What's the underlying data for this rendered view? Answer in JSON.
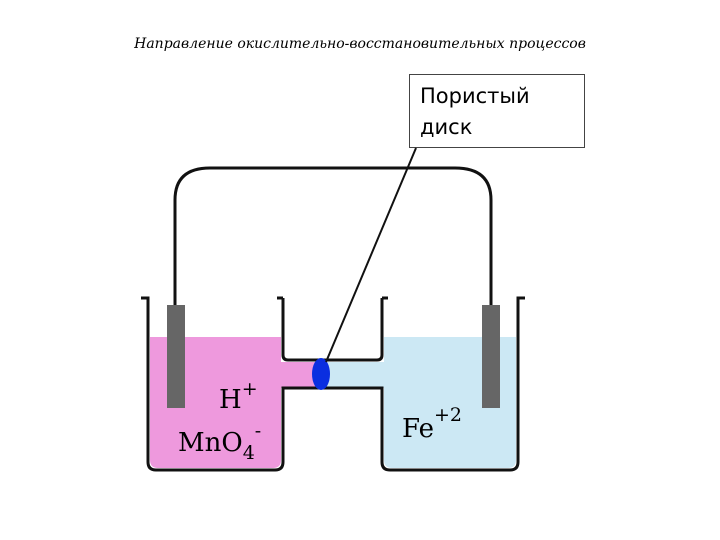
{
  "title": "Направление окислительно-восстановительных процессов",
  "callout": {
    "line1": "Пористый",
    "line2": "диск"
  },
  "left_solution": {
    "ion1": "H",
    "ion1_charge": "+",
    "ion2_base": "MnO",
    "ion2_sub": "4",
    "ion2_charge": "-"
  },
  "right_solution": {
    "ion": "Fe",
    "ion_charge": "+2"
  },
  "colors": {
    "left_solution": "#ee99dd",
    "right_solution": "#cce8f4",
    "electrode": "#666666",
    "disk": "#0a2ee0"
  }
}
